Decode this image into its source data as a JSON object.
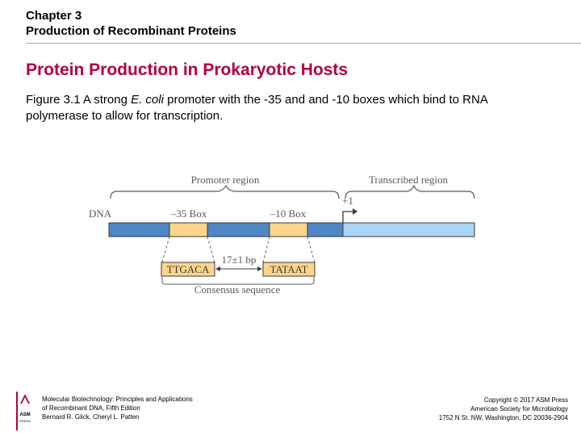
{
  "header": {
    "chapter_line": "Chapter 3",
    "chapter_title": "Production of Recombinant Proteins"
  },
  "slide": {
    "title": "Protein Production in Prokaryotic Hosts",
    "caption_prefix": "Figure 3.1 A strong ",
    "caption_italic": "E. coli",
    "caption_suffix": " promoter with the -35 and and -10 boxes which bind to RNA polymerase to allow for transcription."
  },
  "figure": {
    "promoter_region": "Promoter region",
    "transcribed_region": "Transcribed region",
    "dna_label": "DNA",
    "box35_label": "–35 Box",
    "box10_label": "–10 Box",
    "plus_one": "+1",
    "spacing": "17±1 bp",
    "seq35": "TTGACA",
    "seq10": "TATAAT",
    "consensus": "Consensus sequence",
    "colors": {
      "promoter_dna": "#4f87c2",
      "boxes": "#fcd58a",
      "transcribed_dna": "#a9d4f5",
      "outline": "#3a3a3a",
      "labels": "#5a5a5a"
    }
  },
  "footer": {
    "logo_text": "ASM PRESS",
    "left_line1": "Molecular Biotechnology: Principles and Applications",
    "left_line2": "of Recombinant DNA, Fifth Edition",
    "left_line3": "Bernard R. Glick, Cheryl L. Patten",
    "right_line1": "Copyright © 2017 ASM Press",
    "right_line2": "American Society for Microbiology",
    "right_line3": "1752 N St. NW, Washington, DC 20036-2904"
  },
  "theme": {
    "title_color": "#b5003b",
    "rule_color": "#c8a0b4"
  }
}
